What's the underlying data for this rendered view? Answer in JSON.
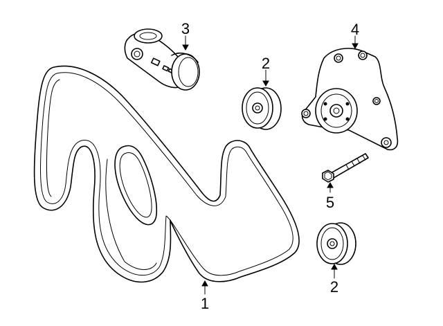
{
  "callouts": {
    "belt": "1",
    "idler_pulley_upper": "2",
    "idler_pulley_lower": "2",
    "tensioner": "3",
    "water_pump": "4",
    "bolt": "5"
  },
  "colors": {
    "line": "#000000",
    "background": "#ffffff"
  }
}
